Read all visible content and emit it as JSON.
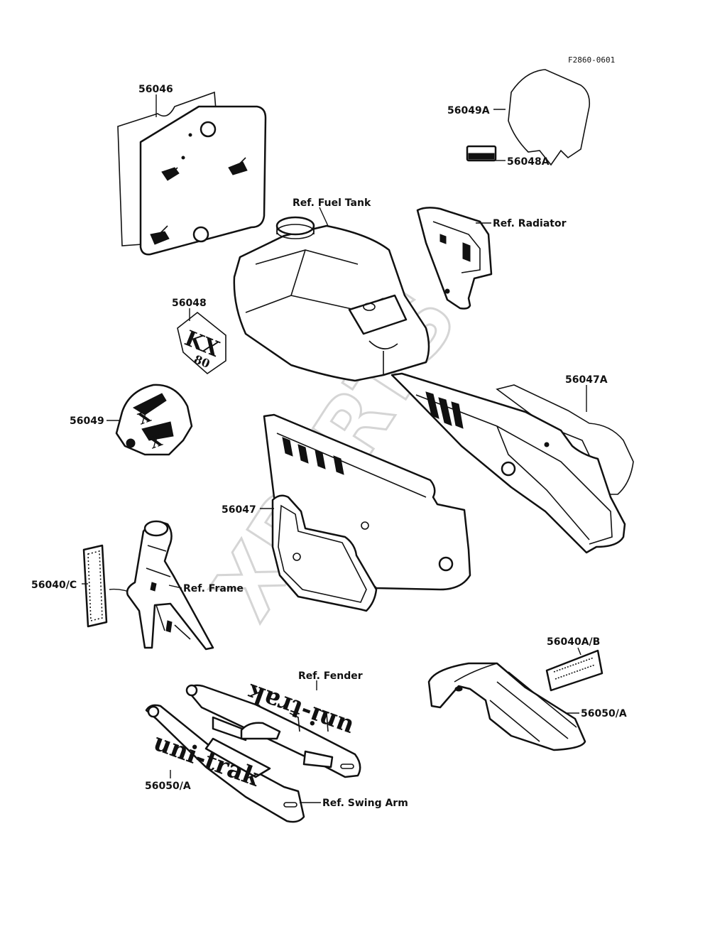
{
  "diagram": {
    "code": "F2860-0601",
    "watermark": "XPARTS",
    "decals": {
      "kx": "KX",
      "kx_number": "80",
      "unitrak": "uni-trak"
    },
    "labels": [
      {
        "id": "56046",
        "text": "56046"
      },
      {
        "id": "56049A",
        "text": "56049A"
      },
      {
        "id": "56048A",
        "text": "56048A"
      },
      {
        "id": "ref-fuel-tank",
        "text": "Ref. Fuel Tank"
      },
      {
        "id": "ref-radiator",
        "text": "Ref. Radiator"
      },
      {
        "id": "56048",
        "text": "56048"
      },
      {
        "id": "56049",
        "text": "56049"
      },
      {
        "id": "56047A",
        "text": "56047A"
      },
      {
        "id": "56047",
        "text": "56047"
      },
      {
        "id": "56040C",
        "text": "56040/C"
      },
      {
        "id": "ref-frame",
        "text": "Ref. Frame"
      },
      {
        "id": "56040AB",
        "text": "56040A/B"
      },
      {
        "id": "56050A-top",
        "text": "56050/A"
      },
      {
        "id": "ref-fender",
        "text": "Ref. Fender"
      },
      {
        "id": "56050A-bottom",
        "text": "56050/A"
      },
      {
        "id": "ref-swing-arm",
        "text": "Ref. Swing Arm"
      }
    ]
  }
}
